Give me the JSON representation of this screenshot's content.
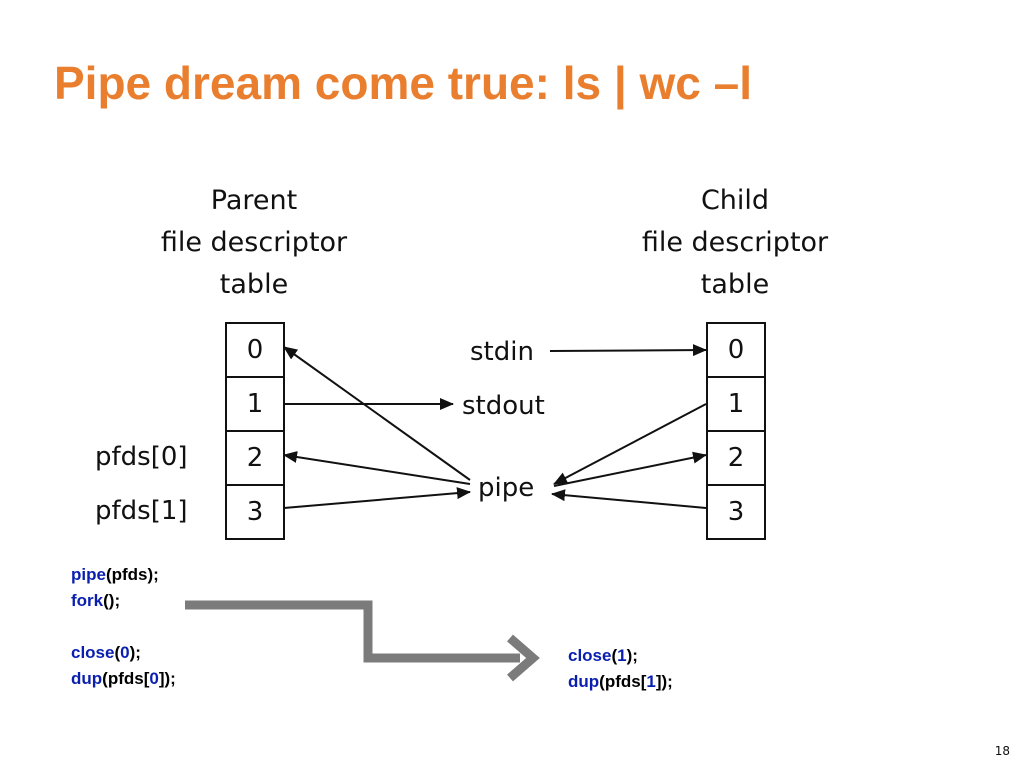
{
  "title": "Pipe dream come true: ls | wc –l",
  "parent": {
    "heading": [
      "Parent",
      "file descriptor",
      "table"
    ],
    "cells": [
      "0",
      "1",
      "2",
      "3"
    ],
    "row_labels": {
      "2": "pfds[0]",
      "3": "pfds[1]"
    }
  },
  "child": {
    "heading": [
      "Child",
      "file descriptor",
      "table"
    ],
    "cells": [
      "0",
      "1",
      "2",
      "3"
    ]
  },
  "middle_labels": {
    "stdin": "stdin",
    "stdout": "stdout",
    "pipe": "pipe"
  },
  "parent_code": {
    "pipe_call": {
      "fn": "pipe",
      "arg": "(pfds);"
    },
    "fork_call": {
      "fn": "fork",
      "arg": "();"
    },
    "close_call": {
      "fn": "close",
      "pre": "(",
      "num": "0",
      "post": ");"
    },
    "dup_call": {
      "fn": "dup",
      "pre": "(pfds[",
      "num": "0",
      "post": "]);"
    }
  },
  "child_code": {
    "close_call": {
      "fn": "close",
      "pre": "(",
      "num": "1",
      "post": ");"
    },
    "dup_call": {
      "fn": "dup",
      "pre": "(pfds[",
      "num": "1",
      "post": "]);"
    }
  },
  "colors": {
    "title": "#e97f2e",
    "keyword": "#0a1fb0",
    "flow_arrow": "#7b7b7b",
    "lines": "#111111"
  },
  "page_number": "18"
}
